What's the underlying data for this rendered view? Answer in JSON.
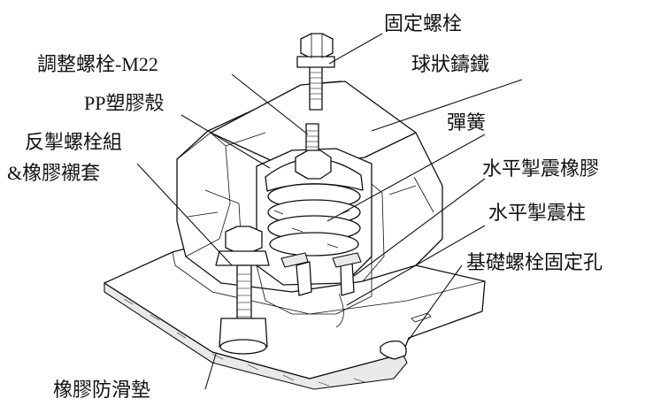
{
  "labels": {
    "fixing_bolt": "固定螺栓",
    "adjust_bolt": "調整螺栓-M22",
    "ductile_iron": "球狀鑄鐵",
    "pp_shell": "PP塑膠殼",
    "spring": "彈簧",
    "anti_bolt_line1": "反掣螺栓組",
    "anti_bolt_line2": "&橡膠襯套",
    "horizontal_rubber": "水平掣震橡膠",
    "horizontal_post": "水平掣震柱",
    "foundation_hole": "基礎螺栓固定孔",
    "anti_slip_pad": "橡膠防滑墊"
  }
}
